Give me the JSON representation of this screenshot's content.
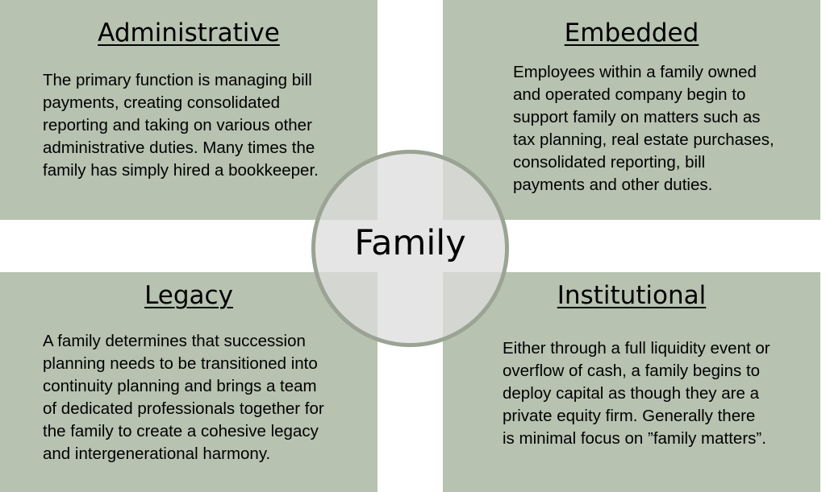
{
  "colors": {
    "quadrant_fill": "#b7c2b1",
    "circle_fill": "#dcdcdc",
    "circle_border": "#9aa394",
    "background": "#ffffff"
  },
  "center": {
    "label": "Family"
  },
  "quadrants": {
    "administrative": {
      "title": "Administrative",
      "body": "The primary function is managing bill\npayments, creating consolidated\nreporting and taking on various other\nadministrative duties. Many times the\nfamily has simply hired a bookkeeper."
    },
    "embedded": {
      "title": "Embedded",
      "body": "Employees within a family owned\nand  operated company begin to\nsupport family on matters such as\ntax planning, real estate purchases,\nconsolidated reporting, bill\npayments and other duties."
    },
    "legacy": {
      "title": "Legacy",
      "body": "A family determines that succession\nplanning needs to be transitioned into\ncontinuity planning and brings a team\nof dedicated professionals together for\nthe family to create a cohesive legacy\nand intergenerational harmony."
    },
    "institutional": {
      "title": "Institutional",
      "body": "Either through a full liquidity event or\noverflow of cash, a family begins to\ndeploy capital as though they are a\nprivate equity firm.  Generally there\nis minimal focus on ”family matters”."
    }
  }
}
